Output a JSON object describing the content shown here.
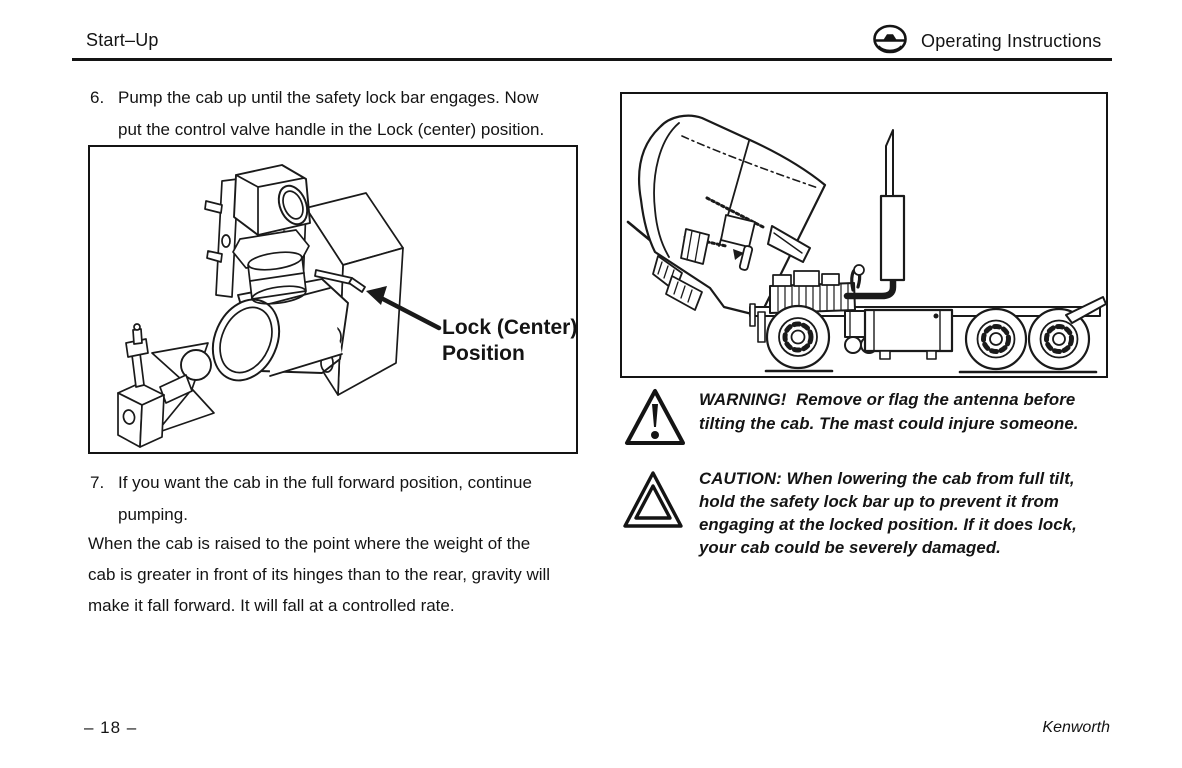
{
  "header": {
    "section": "Start–Up",
    "chapter": "Operating Instructions",
    "icon": "steering-wheel-icon"
  },
  "instructions": {
    "item6": {
      "number": "6.",
      "text": "Pump the cab up until the safety lock bar engages. Now\nput the control valve handle in the Lock (center) position."
    },
    "item7": {
      "number": "7.",
      "text": "If you want the cab in the full forward position, continue\npumping."
    },
    "note": "When the cab is raised to the point where the weight of the\ncab is greater in front of its hinges than to the rear, gravity will\nmake it fall forward. It will fall at a controlled rate."
  },
  "figures": {
    "pump": {
      "description": "hydraulic cab tilt pump line drawing",
      "label_line1": "Lock (Center)",
      "label_line2": "Position"
    },
    "truck": {
      "description": "tractor with cab tilted forward line drawing"
    }
  },
  "alerts": {
    "warning": {
      "icon": "warning-triangle-icon",
      "text": "WARNING!  Remove or flag the antenna before\ntilting the cab. The mast could injure someone."
    },
    "caution": {
      "icon": "caution-triangle-icon",
      "text": "CAUTION: When lowering the cab from full tilt,\nhold the safety lock bar up to prevent it from\nengaging at the locked position. If it does lock,\nyour cab could be severely damaged."
    }
  },
  "footer": {
    "page_number": "– 18 –",
    "brand": "Kenworth"
  },
  "colors": {
    "ink": "#1a1a1a",
    "paper": "#ffffff"
  }
}
